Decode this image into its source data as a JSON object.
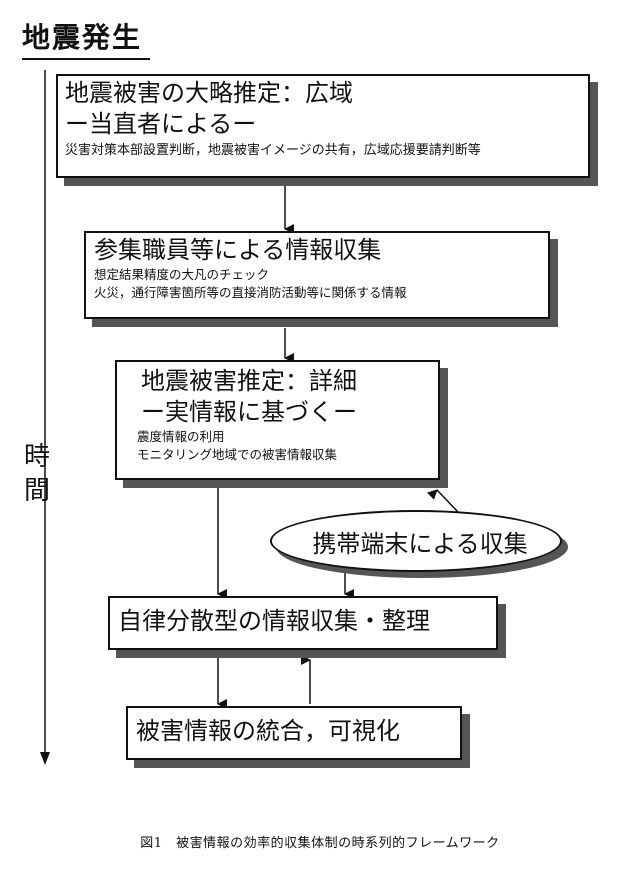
{
  "header": {
    "title": "地震発生"
  },
  "timeline": {
    "label": "時\n間"
  },
  "boxes": [
    {
      "title_lines": [
        "地震被害の大略推定：広域",
        "ー当直者によるー"
      ],
      "detail_lines": [
        "災害対策本部設置判断，地震被害イメージの共有，広域応援要請判断等"
      ]
    },
    {
      "title_lines": [
        "参集職員等による情報収集"
      ],
      "detail_lines": [
        "想定結果精度の大凡のチェック",
        "火災，通行障害箇所等の直接消防活動等に関係する情報"
      ]
    },
    {
      "title_lines": [
        "地震被害推定：詳細",
        "ー実情報に基づくー"
      ],
      "detail_lines": [
        "震度情報の利用",
        "モニタリング地域での被害情報収集"
      ]
    },
    {
      "title_lines": [
        "自律分散型の情報収集・整理"
      ],
      "detail_lines": []
    },
    {
      "title_lines": [
        "被害情報の統合，可視化"
      ],
      "detail_lines": []
    }
  ],
  "mobile_collection": {
    "label": "携帯端末による収集"
  },
  "caption": {
    "text": "図1　被害情報の効率的収集体制の時系列的フレームワーク"
  }
}
